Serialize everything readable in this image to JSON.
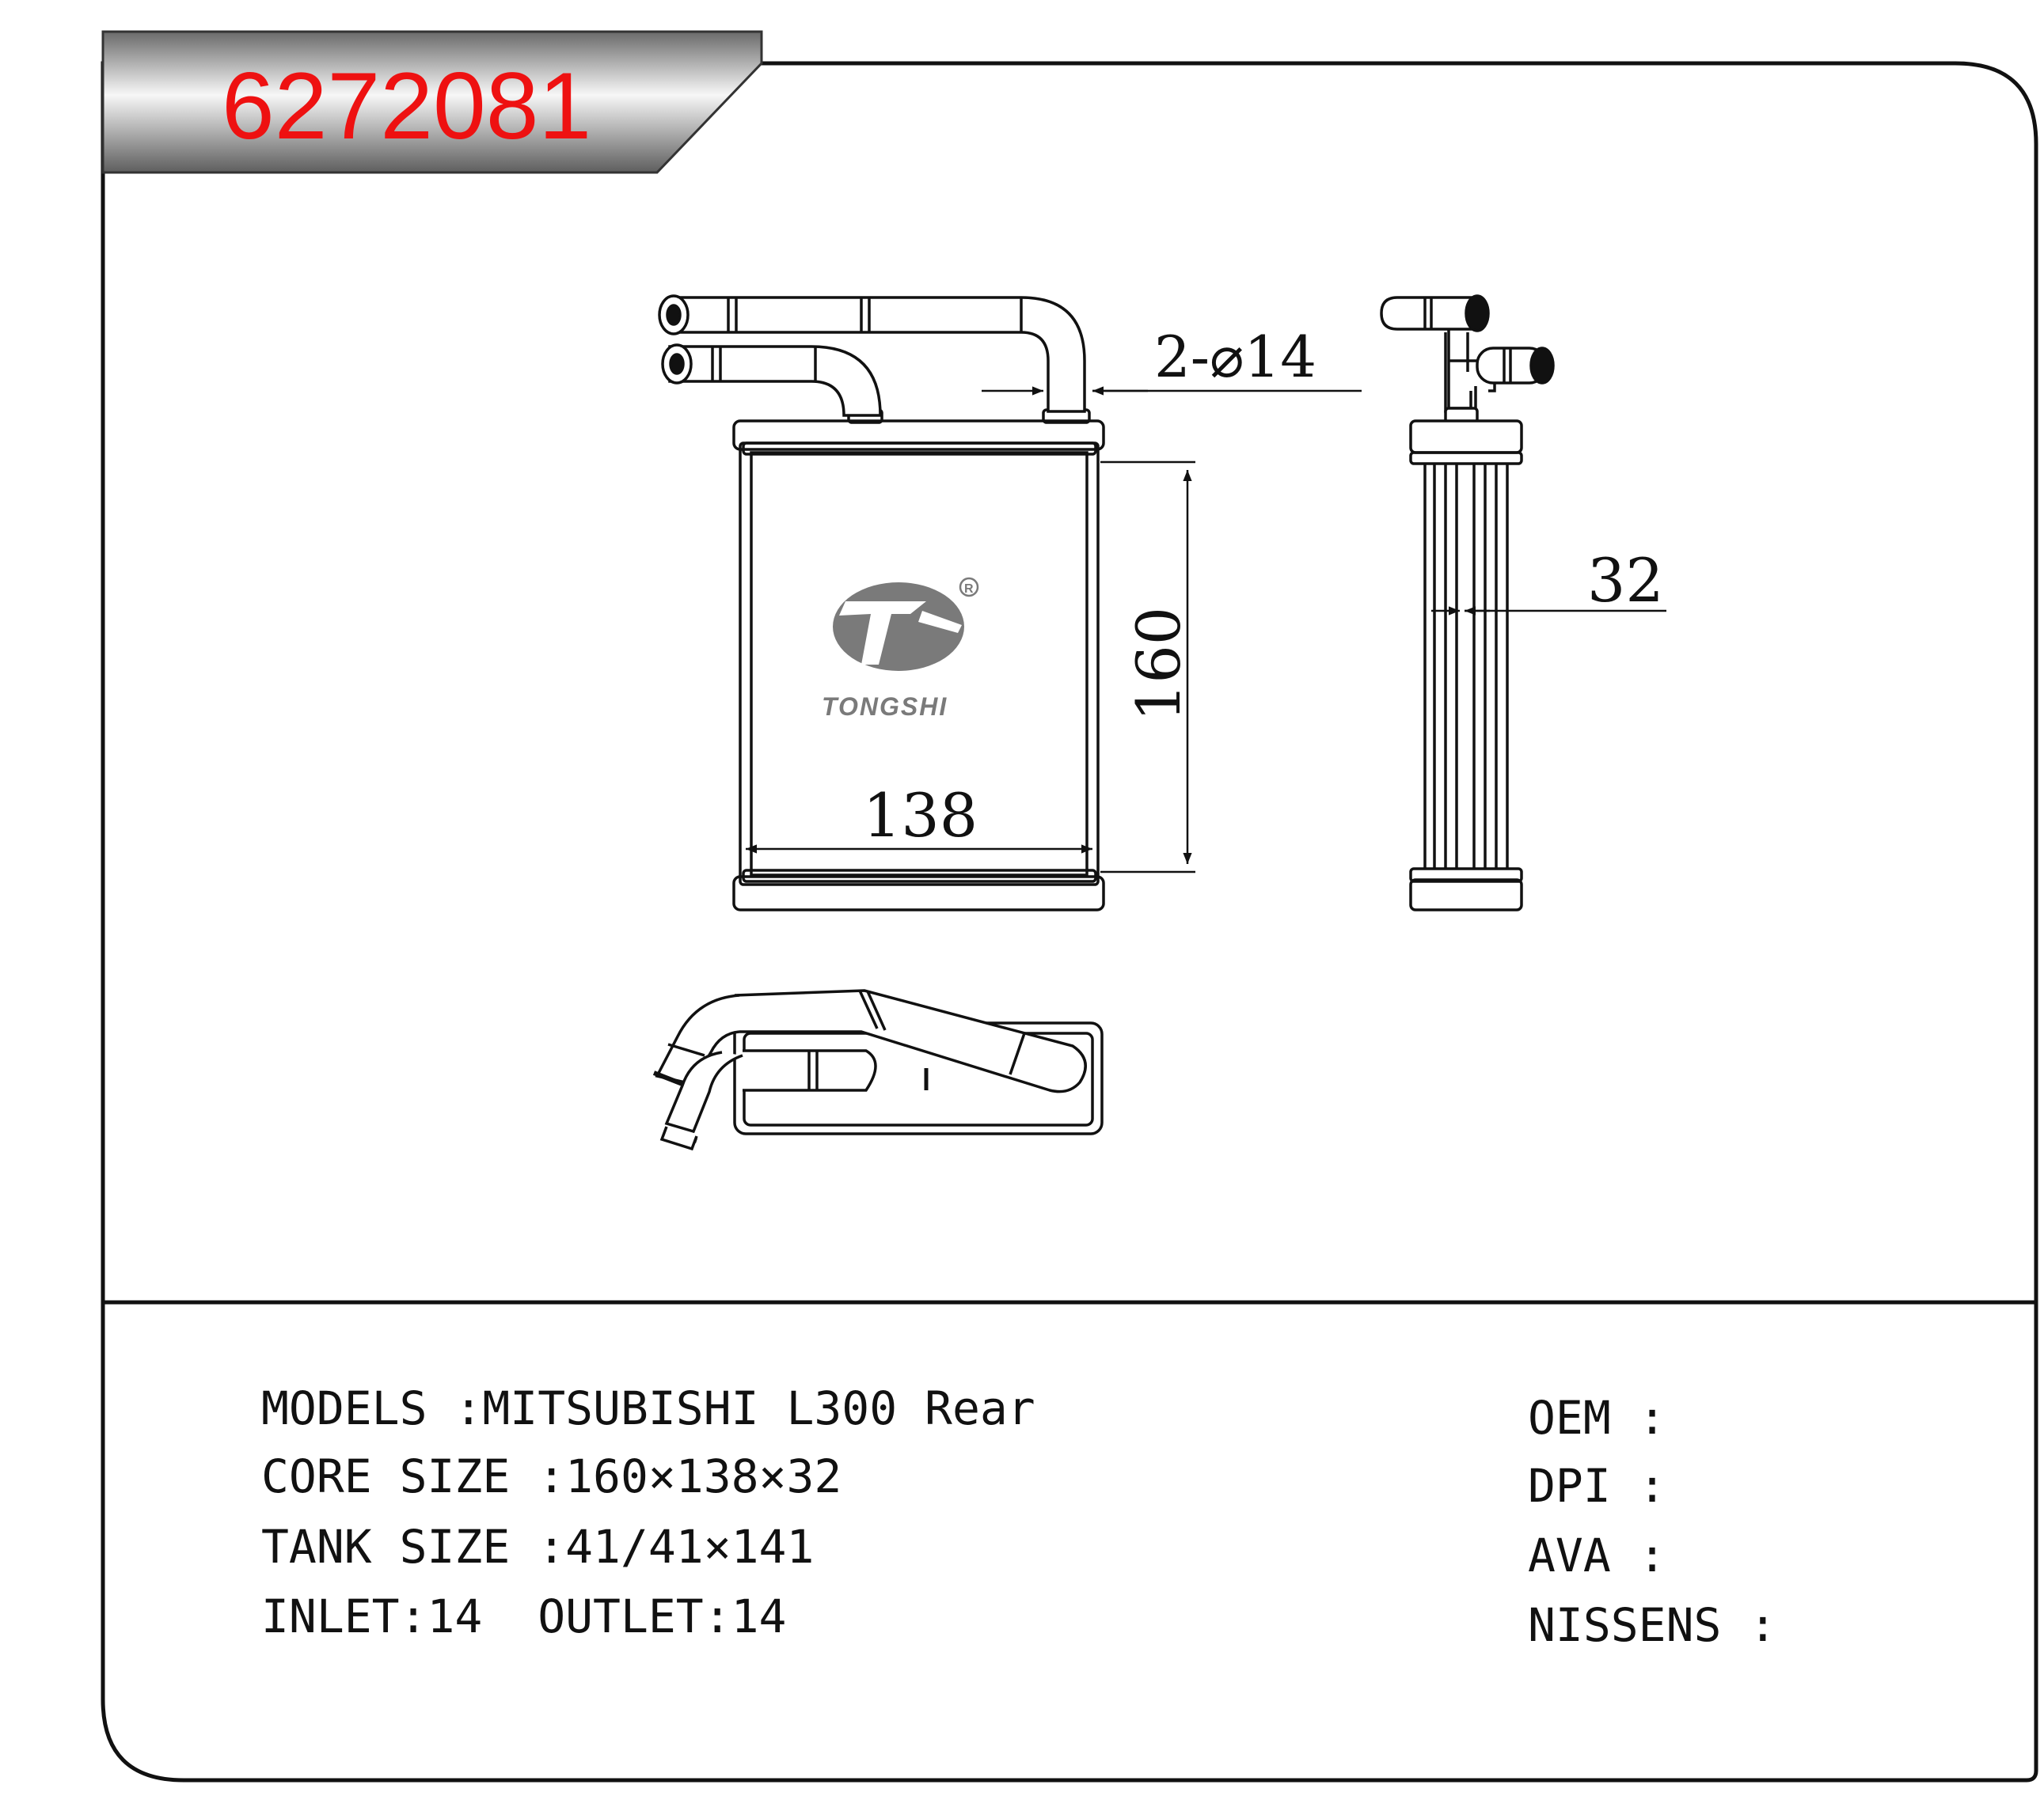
{
  "part_number": "6272081",
  "dimensions": {
    "pipe_callout": "2-⌀14",
    "core_height": "160",
    "core_width": "138",
    "core_depth": "32"
  },
  "brand": {
    "name": "TONGSHI",
    "registered_mark": "R"
  },
  "specs": {
    "models": "MODELS :MITSUBISHI L300 Rear",
    "core_size": "CORE SIZE :160×138×32",
    "tank_size": "TANK SIZE :41/41×141",
    "inlet_outlet": "INLET:14  OUTLET:14"
  },
  "oem_refs": {
    "oem": "OEM :",
    "dpi": "DPI :",
    "ava": "AVA :",
    "nissens": "NISSENS :"
  },
  "colors": {
    "part_number": "#ee1111",
    "line": "#111111",
    "logo": "#7a7a7a"
  }
}
